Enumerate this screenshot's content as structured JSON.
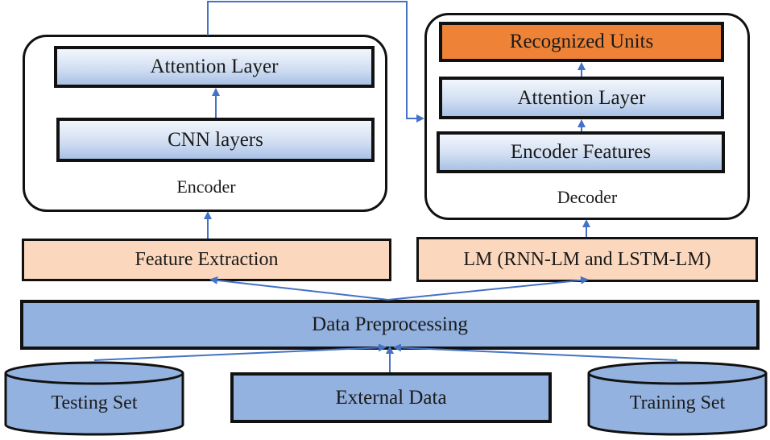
{
  "encoder": {
    "label": "Encoder",
    "attention_layer": "Attention Layer",
    "cnn_layers": "CNN layers"
  },
  "decoder": {
    "label": "Decoder",
    "recognized_units": "Recognized Units",
    "attention_layer": "Attention Layer",
    "encoder_features": "Encoder Features"
  },
  "feature_extraction": "Feature Extraction",
  "language_model": "LM (RNN-LM and LSTM-LM)",
  "data_preprocessing": "Data Preprocessing",
  "sources": {
    "testing_set": "Testing Set",
    "external_data": "External Data",
    "training_set": "Training Set"
  },
  "colors": {
    "arrow": "#4472c4",
    "layer_box": "#d2dff2",
    "output_box": "#ee8236",
    "input_box": "#fbd7bd",
    "data_box": "#93b2e0"
  }
}
